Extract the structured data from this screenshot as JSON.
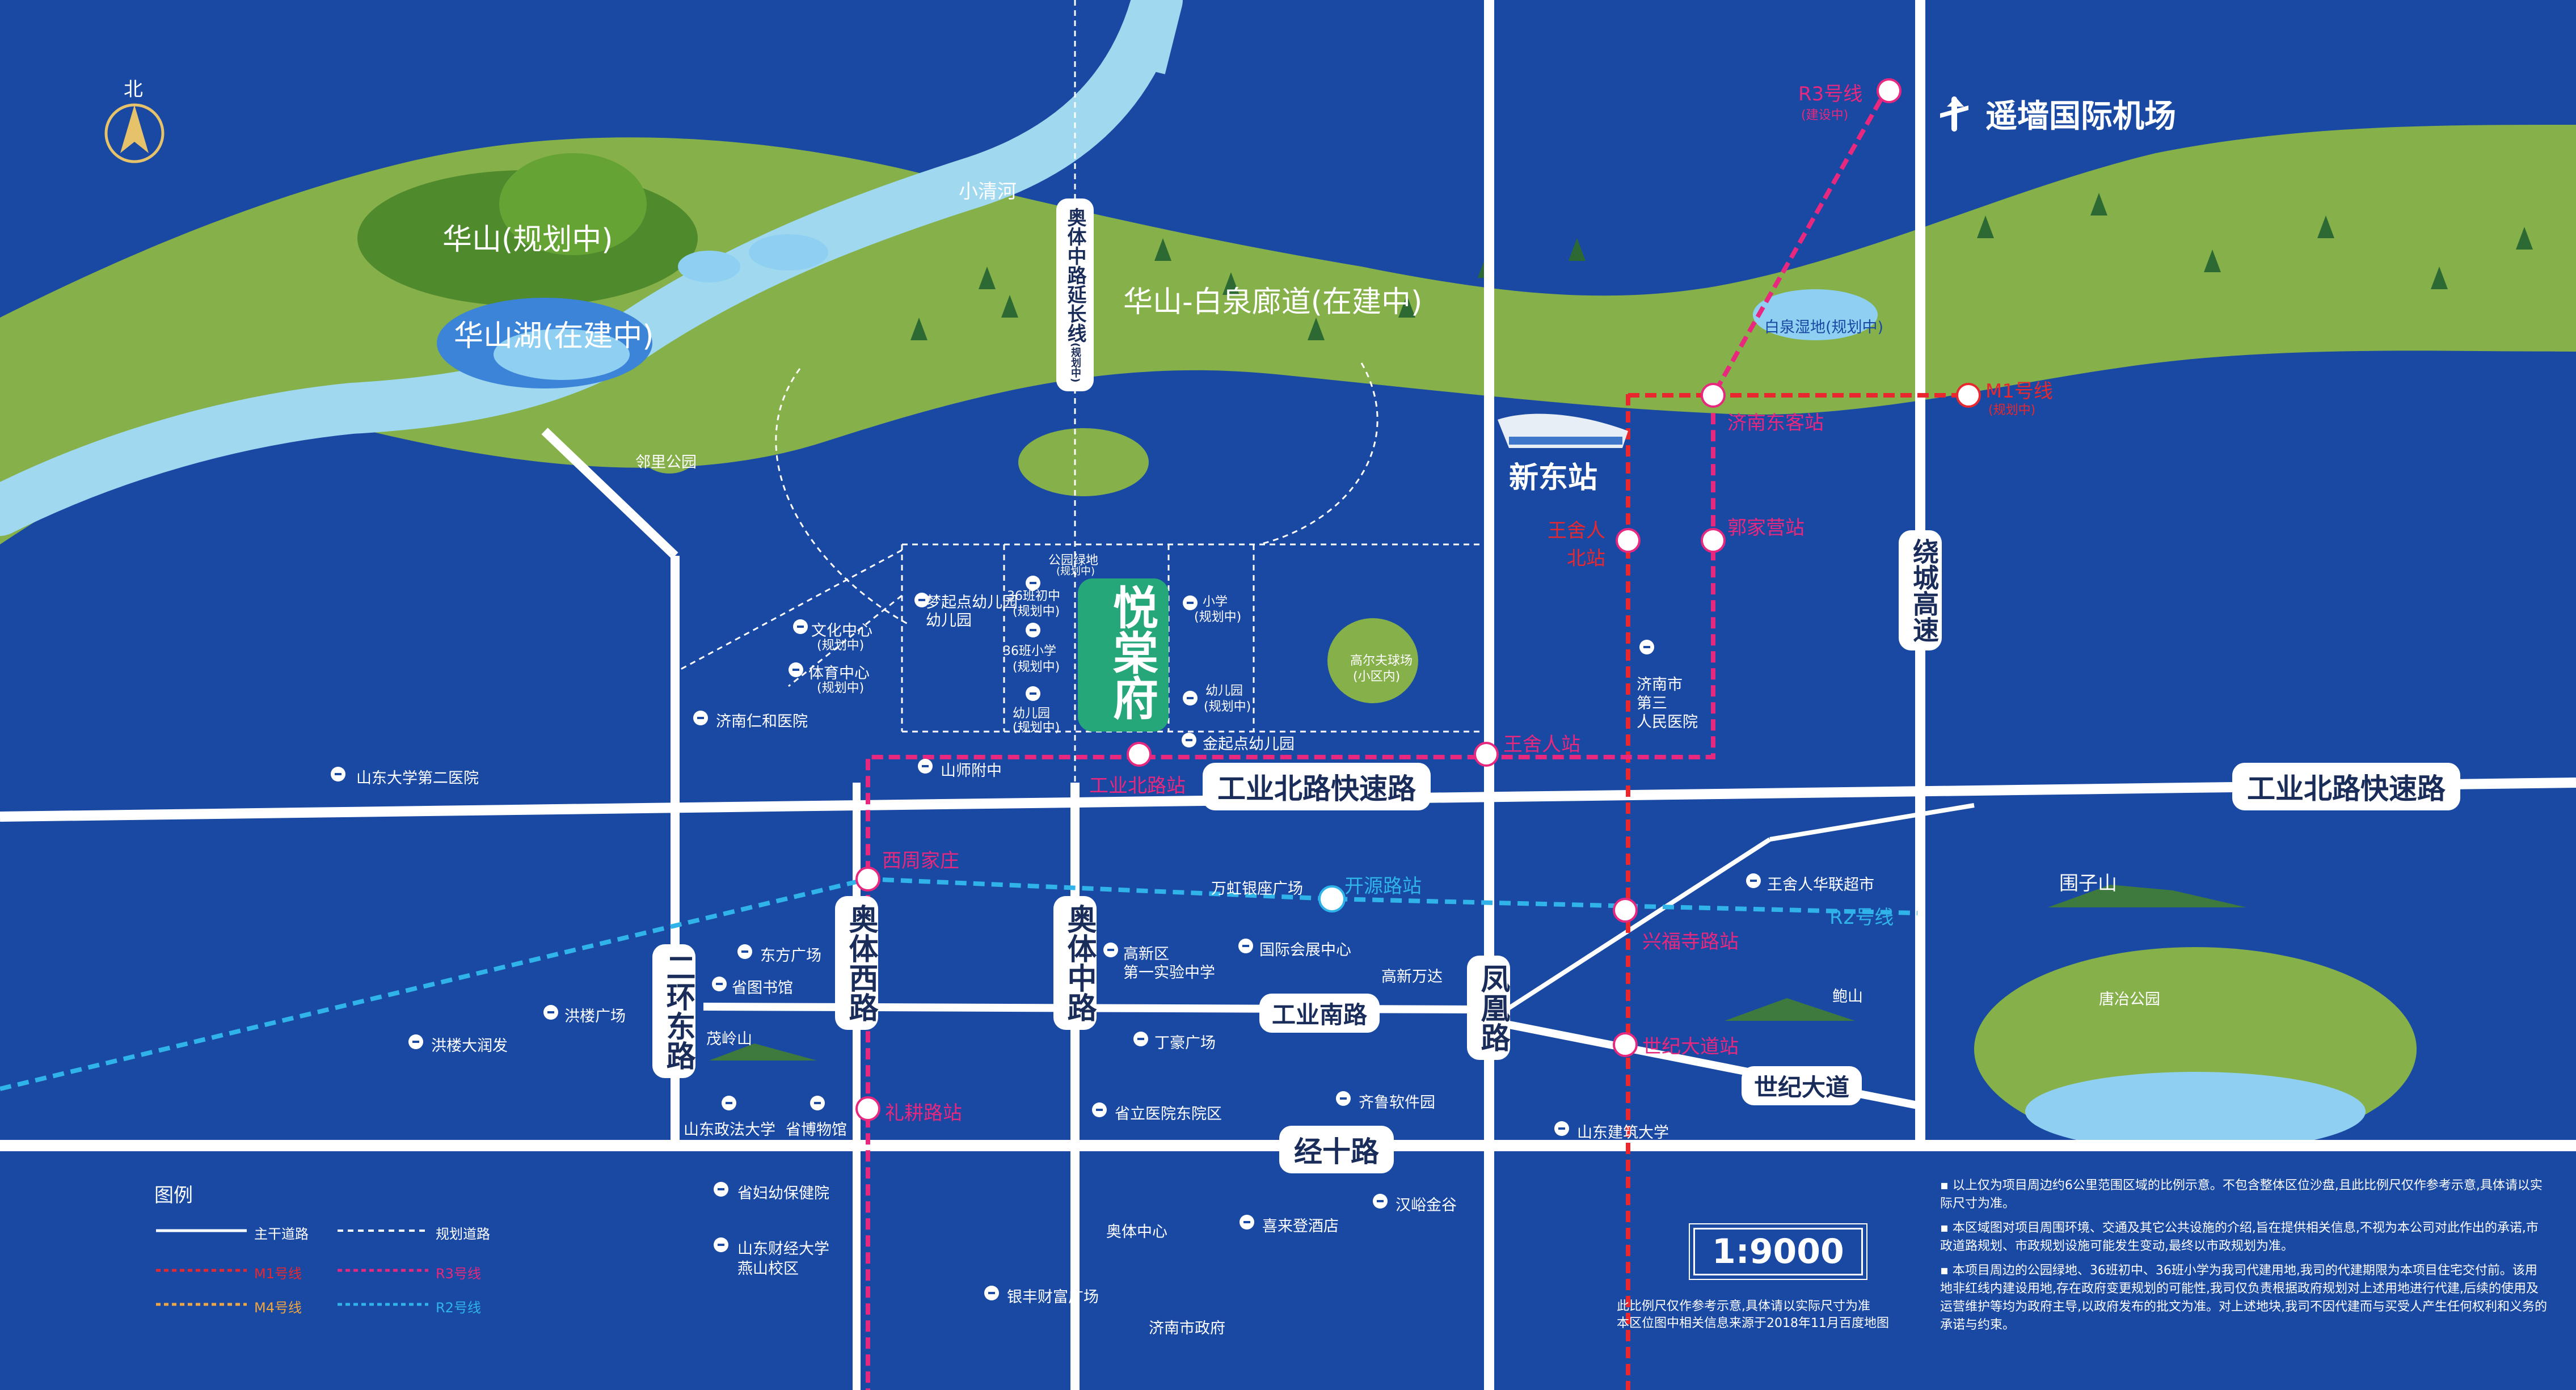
{
  "compass": {
    "north": "北"
  },
  "airport": {
    "name": "遥墙国际机场",
    "icon": "airplane-icon"
  },
  "natural": {
    "huashan": "华山(规划中)",
    "huashan_lake": "华山湖(在建中)",
    "xiaoqinghe": "小清河",
    "corridor": "华山-白泉廊道(在建中)",
    "linli_park": "邻里公园",
    "baiquan_wetland": "白泉湿地(规划中)",
    "weizishan": "围子山",
    "baoshan": "鲍山",
    "maolingshan": "茂岭山",
    "tangye_park": "唐冶公园"
  },
  "roads": {
    "aoti_ext": "奥体中路延长线",
    "aoti_ext_note": "(规划中)",
    "gongyebei": "工业北路快速路",
    "gongyebei_east": "工业北路快速路",
    "gongyenan": "工业南路",
    "jingshi": "经十路",
    "shiji": "世纪大道",
    "erhuan": "二环东路",
    "aotixi": "奥体西路",
    "aotizhong": "奥体中路",
    "fenghuang": "凤凰路",
    "raocheng": "绕城高速"
  },
  "project": {
    "name": "悦棠府",
    "park_label": "公园绿地",
    "park_note": "(规划中)"
  },
  "stations": {
    "xindong": "新东站",
    "r3": "R3号线",
    "r3_note": "(建设中)",
    "m1": "M1号线",
    "m1_note": "(规划中)",
    "jinan_east": "济南东客站",
    "wangsheren_north": "王舍人北站",
    "jiajiaying": "郭家营站",
    "wangsheren": "王舍人站",
    "gongyebei_st": "工业北路站",
    "xizhoujiazhuang": "西周家庄",
    "kaiyuan": "开源路站",
    "r2": "R2号线",
    "xinglong": "兴福寺路站",
    "shiji_st": "世纪大道站",
    "zhaoying": "礼耕路站"
  },
  "pois": [
    "梦起点幼儿园",
    "36班初中",
    "(规划中)",
    "36班小学",
    "(规划中)",
    "幼儿园",
    "(规划中)",
    "小学",
    "(规划中)",
    "幼儿园",
    "(规划中)",
    "高尔夫球场",
    "(小区内)",
    "金起点幼儿园",
    "文化中心",
    "(规划中)",
    "体育中心",
    "(规划中)",
    "济南仁和医院",
    "山师附中",
    "山东大学第二医院",
    "济南市",
    "第三",
    "人民医院",
    "万虹银座广场",
    "王舍人华联超市",
    "东方广场",
    "省图书馆",
    "高新区",
    "第一实验中学",
    "国际会展中心",
    "高新万达",
    "洪楼广场",
    "洪楼大润发",
    "丁豪广场",
    "山东政法大学",
    "省博物馆",
    "省立医院东院区",
    "齐鲁软件园",
    "山东建筑大学",
    "省妇幼保健院",
    "山东财经大学",
    "燕山校区",
    "奥体中心",
    "喜来登酒店",
    "汉峪金谷",
    "银丰财富广场",
    "济南市政府"
  ],
  "legend": {
    "title": "图例",
    "items": [
      "主干道路",
      "规划道路",
      "M1号线",
      "R3号线",
      "M4号线",
      "R2号线"
    ],
    "colors": [
      "#ffffff",
      "#ffffff",
      "#e8282e",
      "#e8287e",
      "#f0a640",
      "#2fb3e8"
    ]
  },
  "scale": "1:9000",
  "scale_note": [
    "此比例尺仅作参考示意,具体请以实际尺寸为准",
    "本区位图中相关信息来源于2018年11月百度地图"
  ],
  "disclaimer": [
    "以上仅为项目周边约6公里范围区域的比例示意。不包含整体区位沙盘,且此比例尺仅作参考示意,具体请以实际尺寸为准。",
    "本区域图对项目周围环境、交通及其它公共设施的介绍,旨在提供相关信息,不视为本公司对此作出的承诺,市政道路规划、市政规划设施可能发生变动,最终以市政规划为准。",
    "本项目周边的公园绿地、36班初中、36班小学为我司代建用地,我司的代建期限为本项目住宅交付前。该用地非红线内建设用地,存在政府变更规划的可能性,我司仅负责根据政府规划对上述用地进行代建,后续的使用及运营维护等均为政府主导,以政府发布的批文为准。对上述地块,我司不因代建而与买受人产生任何权利和义务的承诺与约束。"
  ],
  "colors": {
    "background": "#1a49a3",
    "land": "#86b04a",
    "river": "#9fd8ef",
    "project": "#26a77a",
    "m1_line": "#e8282e",
    "r3_line": "#e8287e",
    "r2_line": "#2fb3e8"
  }
}
